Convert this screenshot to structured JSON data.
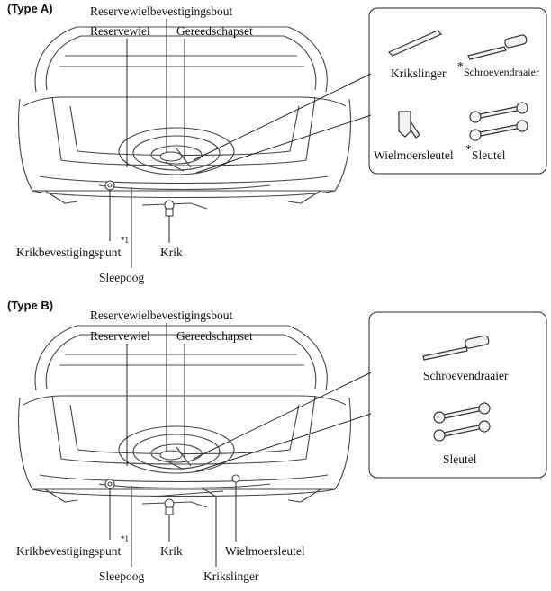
{
  "type_a": {
    "title": "(Type A)",
    "labels": {
      "spare_tire_bolt": "Reservewielbevestigingsbout",
      "spare_tire": "Reservewiel",
      "tool_set": "Gereedschapset",
      "jack_mount": "Krikbevestigingspunt",
      "jack_mount_note": "*1",
      "jack": "Krik",
      "tow_hook": "Sleepoog"
    },
    "tools": {
      "jack_handle": "Krikslinger",
      "screwdriver_mark": "*",
      "screwdriver": "Schroevendraaier",
      "lug_wrench": "Wielmoersleutel",
      "wrench_mark": "*",
      "wrench": "Sleutel"
    }
  },
  "type_b": {
    "title": "(Type B)",
    "labels": {
      "spare_tire_bolt": "Reservewielbevestigingsbout",
      "spare_tire": "Reservewiel",
      "tool_set": "Gereedschapset",
      "jack_mount": "Krikbevestigingspunt",
      "jack_mount_note": "*1",
      "jack": "Krik",
      "lug_wrench": "Wielmoersleutel",
      "tow_hook": "Sleepoog",
      "jack_handle": "Krikslinger"
    },
    "tools": {
      "screwdriver": "Schroevendraaier",
      "wrench": "Sleutel"
    }
  },
  "colors": {
    "line": "#222222",
    "background": "#ffffff"
  }
}
